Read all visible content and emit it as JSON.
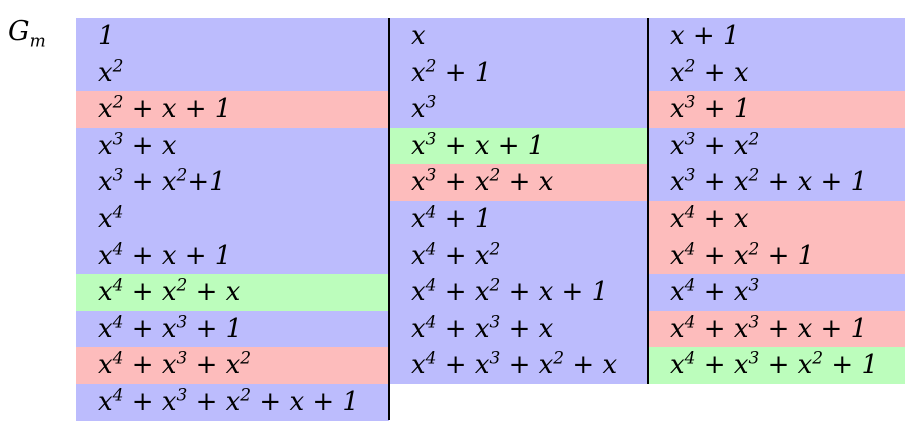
{
  "label": {
    "main": "G",
    "sub": "m"
  },
  "columns": [
    [
      {
        "color": "blue",
        "parts": [
          [
            "1",
            ""
          ]
        ]
      },
      {
        "color": "blue",
        "parts": [
          [
            "x",
            "2"
          ]
        ]
      },
      {
        "color": "red",
        "parts": [
          [
            "x",
            "2"
          ],
          [
            " + x + 1",
            ""
          ]
        ]
      },
      {
        "color": "blue",
        "parts": [
          [
            "x",
            "3"
          ],
          [
            " + x",
            ""
          ]
        ]
      },
      {
        "color": "blue",
        "parts": [
          [
            "x",
            "3"
          ],
          [
            " + x",
            "2"
          ],
          [
            "+1",
            ""
          ]
        ]
      },
      {
        "color": "blue",
        "parts": [
          [
            "x",
            "4"
          ]
        ]
      },
      {
        "color": "blue",
        "parts": [
          [
            "x",
            "4"
          ],
          [
            " + x + 1",
            ""
          ]
        ]
      },
      {
        "color": "green",
        "parts": [
          [
            "x",
            "4"
          ],
          [
            " + x",
            "2"
          ],
          [
            " + x",
            ""
          ]
        ]
      },
      {
        "color": "blue",
        "parts": [
          [
            "x",
            "4"
          ],
          [
            " + x",
            "3"
          ],
          [
            " + 1",
            ""
          ]
        ]
      },
      {
        "color": "red",
        "parts": [
          [
            "x",
            "4"
          ],
          [
            " + x",
            "3"
          ],
          [
            " + x",
            "2"
          ]
        ]
      },
      {
        "color": "blue",
        "parts": [
          [
            "x",
            "4"
          ],
          [
            " + x",
            "3"
          ],
          [
            " + x",
            "2"
          ],
          [
            " + x + 1",
            ""
          ]
        ]
      }
    ],
    [
      {
        "color": "blue",
        "parts": [
          [
            "x",
            ""
          ]
        ]
      },
      {
        "color": "blue",
        "parts": [
          [
            "x",
            "2"
          ],
          [
            " + 1",
            ""
          ]
        ]
      },
      {
        "color": "blue",
        "parts": [
          [
            "x",
            "3"
          ]
        ]
      },
      {
        "color": "green",
        "parts": [
          [
            "x",
            "3"
          ],
          [
            " + x + 1",
            ""
          ]
        ]
      },
      {
        "color": "red",
        "parts": [
          [
            "x",
            "3"
          ],
          [
            " + x",
            "2"
          ],
          [
            " + x",
            ""
          ]
        ]
      },
      {
        "color": "blue",
        "parts": [
          [
            "x",
            "4"
          ],
          [
            " + 1",
            ""
          ]
        ]
      },
      {
        "color": "blue",
        "parts": [
          [
            "x",
            "4"
          ],
          [
            " + x",
            "2"
          ]
        ]
      },
      {
        "color": "blue",
        "parts": [
          [
            "x",
            "4"
          ],
          [
            " + x",
            "2"
          ],
          [
            " + x + 1",
            ""
          ]
        ]
      },
      {
        "color": "blue",
        "parts": [
          [
            "x",
            "4"
          ],
          [
            " + x",
            "3"
          ],
          [
            " + x",
            ""
          ]
        ]
      },
      {
        "color": "blue",
        "parts": [
          [
            "x",
            "4"
          ],
          [
            " + x",
            "3"
          ],
          [
            " + x",
            "2"
          ],
          [
            " + x",
            ""
          ]
        ]
      }
    ],
    [
      {
        "color": "blue",
        "parts": [
          [
            "x + 1",
            ""
          ]
        ]
      },
      {
        "color": "blue",
        "parts": [
          [
            "x",
            "2"
          ],
          [
            " + x",
            ""
          ]
        ]
      },
      {
        "color": "red",
        "parts": [
          [
            "x",
            "3"
          ],
          [
            " + 1",
            ""
          ]
        ]
      },
      {
        "color": "blue",
        "parts": [
          [
            "x",
            "3"
          ],
          [
            " + x",
            "2"
          ]
        ]
      },
      {
        "color": "blue",
        "parts": [
          [
            "x",
            "3"
          ],
          [
            " + x",
            "2"
          ],
          [
            " + x + 1",
            ""
          ]
        ]
      },
      {
        "color": "red",
        "parts": [
          [
            "x",
            "4"
          ],
          [
            " + x",
            ""
          ]
        ]
      },
      {
        "color": "red",
        "parts": [
          [
            "x",
            "4"
          ],
          [
            " + x",
            "2"
          ],
          [
            " + 1",
            ""
          ]
        ]
      },
      {
        "color": "blue",
        "parts": [
          [
            "x",
            "4"
          ],
          [
            " + x",
            "3"
          ]
        ]
      },
      {
        "color": "red",
        "parts": [
          [
            "x",
            "4"
          ],
          [
            " + x",
            "3"
          ],
          [
            " + x + 1",
            ""
          ]
        ]
      },
      {
        "color": "green",
        "parts": [
          [
            "x",
            "4"
          ],
          [
            " + x",
            "3"
          ],
          [
            " + x",
            "2"
          ],
          [
            " + 1",
            ""
          ]
        ]
      }
    ]
  ]
}
